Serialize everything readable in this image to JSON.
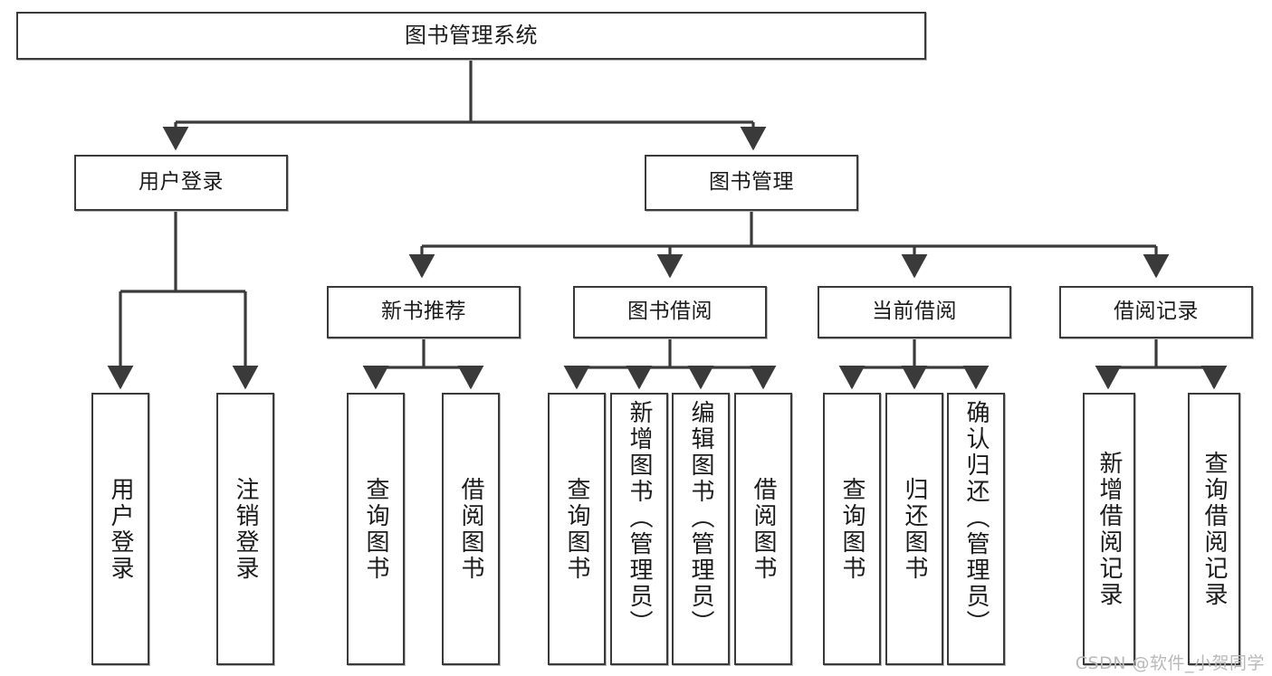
{
  "diagram": {
    "title": "图书管理系统",
    "type": "tree-hierarchy-diagram",
    "watermark": "CSDN @软件_小贺同学",
    "colors": {
      "box_border": "#3a3a3a",
      "box_fill": "#ffffff",
      "edge": "#3a3a3a",
      "text": "#1b1b1b",
      "watermark": "#b9b9b9"
    },
    "root": {
      "label": "图书管理系统"
    },
    "level2": [
      {
        "label": "用户登录"
      },
      {
        "label": "图书管理"
      }
    ],
    "level3": [
      {
        "label": "新书推荐"
      },
      {
        "label": "图书借阅"
      },
      {
        "label": "当前借阅"
      },
      {
        "label": "借阅记录"
      }
    ],
    "leaves": {
      "user_login": [
        {
          "label": "用户登录"
        },
        {
          "label": "注销登录"
        }
      ],
      "new_book_recommend": [
        {
          "label": "查询图书"
        },
        {
          "label": "借阅图书"
        }
      ],
      "book_borrow": [
        {
          "label": "查询图书"
        },
        {
          "label": "新增图书（管理员）"
        },
        {
          "label": "编辑图书（管理员）"
        },
        {
          "label": "借阅图书"
        }
      ],
      "current_borrow": [
        {
          "label": "查询图书"
        },
        {
          "label": "归还图书"
        },
        {
          "label": "确认归还（管理员）"
        }
      ],
      "borrow_records": [
        {
          "label": "新增借阅记录"
        },
        {
          "label": "查询借阅记录"
        }
      ]
    }
  }
}
